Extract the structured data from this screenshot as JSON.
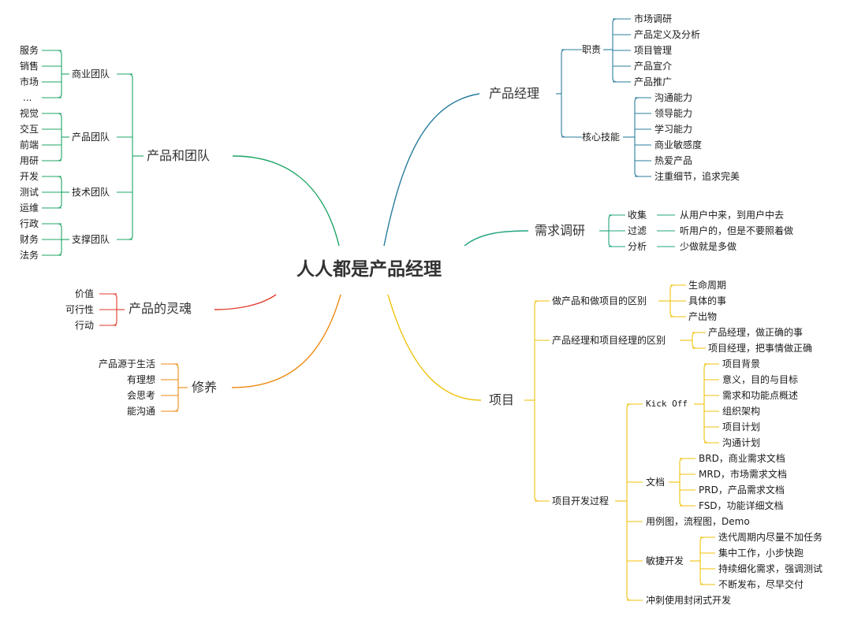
{
  "center": "人人都是产品经理",
  "colors": {
    "pm": "#2a7d9e",
    "req": "#21a47f",
    "proj": "#f0c20c",
    "team": "#1fa564",
    "soul": "#e03b2b",
    "cult": "#ed8a12"
  },
  "pm": {
    "label": "产品经理",
    "duty": {
      "label": "职责",
      "items": [
        "市场调研",
        "产品定义及分析",
        "项目管理",
        "产品宣介",
        "产品推广"
      ]
    },
    "skill": {
      "label": "核心技能",
      "items": [
        "沟通能力",
        "领导能力",
        "学习能力",
        "商业敏感度",
        "热爱产品",
        "注重细节，追求完美"
      ]
    }
  },
  "req": {
    "label": "需求调研",
    "items": [
      {
        "label": "收集",
        "leaf": "从用户中来，到用户中去"
      },
      {
        "label": "过滤",
        "leaf": "听用户的，但是不要照着做"
      },
      {
        "label": "分析",
        "leaf": "少做就是多做"
      }
    ]
  },
  "proj": {
    "label": "项目",
    "diff1": {
      "label": "做产品和做项目的区别",
      "items": [
        "生命周期",
        "具体的事",
        "产出物"
      ]
    },
    "diff2": {
      "label": "产品经理和项目经理的区别",
      "items": [
        "产品经理，做正确的事",
        "项目经理，把事情做正确"
      ]
    },
    "dev": {
      "label": "项目开发过程",
      "kick": {
        "label": "Kick Off",
        "items": [
          "项目背景",
          "意义，目的与目标",
          "需求和功能点概述",
          "组织架构",
          "项目计划",
          "沟通计划"
        ]
      },
      "docs": {
        "label": "文档",
        "items": [
          "BRD，商业需求文档",
          "MRD，市场需求文档",
          "PRD，产品需求文档",
          "FSD，功能详细文档"
        ]
      },
      "usecase": "用例图，流程图，Demo",
      "agile": {
        "label": "敏捷开发",
        "items": [
          "迭代周期内尽量不加任务",
          "集中工作，小步快跑",
          "持续细化需求，强调测试",
          "不断发布，尽早交付"
        ]
      },
      "sprint": "冲刺使用封闭式开发"
    }
  },
  "team": {
    "label": "产品和团队",
    "groups": [
      {
        "label": "商业团队",
        "items": [
          "服务",
          "销售",
          "市场",
          "..."
        ]
      },
      {
        "label": "产品团队",
        "items": [
          "视觉",
          "交互",
          "前端",
          "用研"
        ]
      },
      {
        "label": "技术团队",
        "items": [
          "开发",
          "测试",
          "运维"
        ]
      },
      {
        "label": "支撑团队",
        "items": [
          "行政",
          "财务",
          "法务"
        ]
      }
    ]
  },
  "soul": {
    "label": "产品的灵魂",
    "items": [
      "价值",
      "可行性",
      "行动"
    ]
  },
  "cult": {
    "label": "修养",
    "items": [
      "产品源于生活",
      "有理想",
      "会思考",
      "能沟通"
    ]
  }
}
